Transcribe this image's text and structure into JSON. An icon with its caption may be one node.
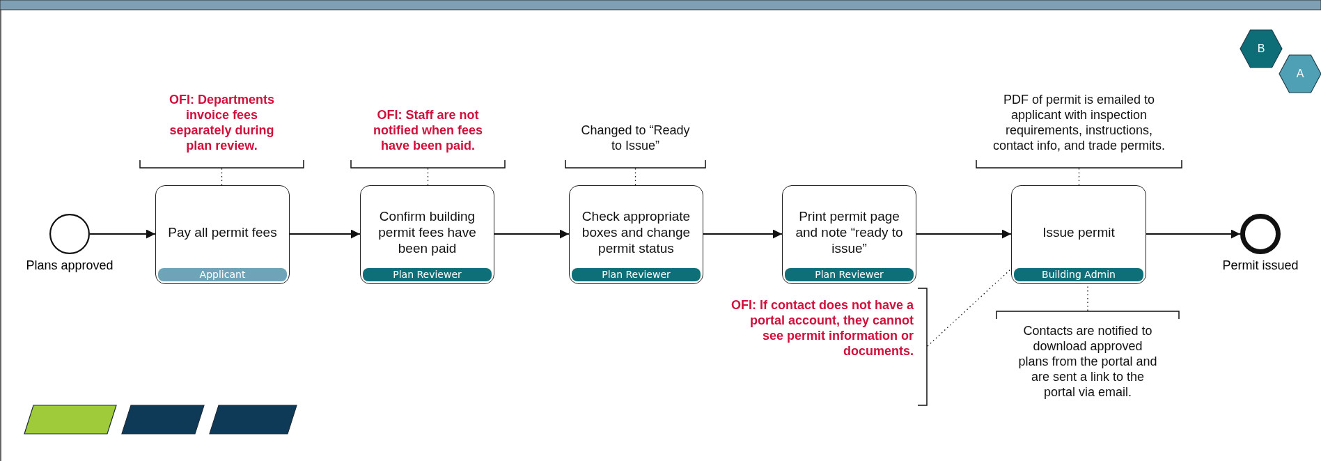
{
  "diagram": {
    "nodes": [
      {
        "text": [],
        "shape": "circle",
        "beside": [
          "Plans approved"
        ]
      },
      {
        "text": [
          "Pay all permit fees",
          "Applicant"
        ]
      },
      {
        "text": [
          "Confirm building permit fees have been paid",
          "Plan Reviewer"
        ]
      },
      {
        "text": [
          "Check appropriate boxes and change permit status",
          "Plan Reviewer"
        ]
      },
      {
        "text": [
          "Print permit page and note “ready to issue”",
          "Plan Reviewer"
        ]
      },
      {
        "text": [
          "Issue permit",
          "Building Admin"
        ]
      },
      {
        "text": [],
        "shape": "circle",
        "beside": [
          "Permit issued"
        ]
      },
      {
        "text": [
          "OFI: Departments invoice fees separately during plan review."
        ]
      },
      {
        "text": [
          "OFI: Staff are not notified when fees have been paid."
        ]
      },
      {
        "text": [
          "Changed to “Ready to Issue”"
        ]
      },
      {
        "text": [
          "PDF of permit is emailed to applicant with inspection requirements, instructions, contact info, and trade permits."
        ]
      },
      {
        "text": [
          "OFI: If contact does not have a portal account, they cannot see permit information or documents."
        ]
      },
      {
        "text": [
          "Contacts are notified to download approved plans from the portal and are sent a link to the portal via email."
        ]
      },
      {
        "text": [
          "B"
        ]
      },
      {
        "text": [
          "A"
        ]
      },
      {
        "text": [],
        "shape": "parallelogram"
      },
      {
        "text": [],
        "shape": "parallelogram"
      },
      {
        "text": [],
        "shape": "parallelogram"
      }
    ],
    "edges": [
      {
        "from": 0,
        "to": 1,
        "arrow": "to"
      },
      {
        "from": 1,
        "to": 2,
        "arrow": "to"
      },
      {
        "from": 2,
        "to": 3,
        "arrow": "to"
      },
      {
        "from": 3,
        "to": 4,
        "arrow": "to"
      },
      {
        "from": 4,
        "to": 5,
        "arrow": "to"
      },
      {
        "from": 5,
        "to": 6,
        "arrow": "to"
      },
      {
        "from": 7,
        "to": 1,
        "arrow": "none",
        "style": "dashed"
      },
      {
        "from": 8,
        "to": 2,
        "arrow": "none",
        "style": "dashed"
      },
      {
        "from": 9,
        "to": 3,
        "arrow": "none",
        "style": "dashed"
      },
      {
        "from": 10,
        "to": 5,
        "arrow": "none",
        "style": "dashed"
      },
      {
        "from": 11,
        "to": 5,
        "arrow": "none",
        "style": "dashed"
      },
      {
        "from": 12,
        "to": 5,
        "arrow": "none",
        "style": "dashed"
      }
    ]
  }
}
